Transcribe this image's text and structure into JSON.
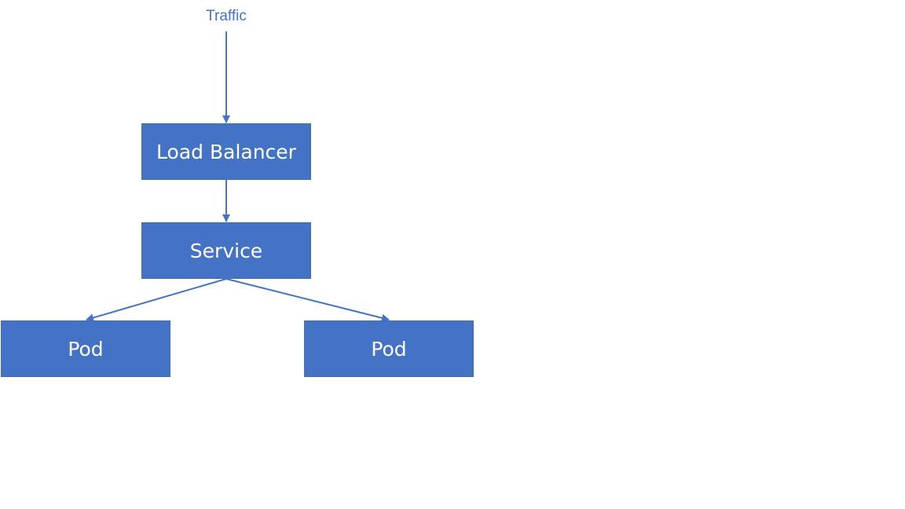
{
  "colors": {
    "node_fill": "#4472c4",
    "node_text": "#ffffff",
    "edge": "#4472c4",
    "traffic_text": "#4472c4"
  },
  "traffic": {
    "label": "Traffic"
  },
  "nodes": {
    "load_balancer": {
      "label": "Load Balancer"
    },
    "service": {
      "label": "Service"
    },
    "pod_left": {
      "label": "Pod"
    },
    "pod_right": {
      "label": "Pod"
    }
  },
  "edges": [
    {
      "from": "traffic",
      "to": "load_balancer"
    },
    {
      "from": "load_balancer",
      "to": "service"
    },
    {
      "from": "service",
      "to": "pod_left"
    },
    {
      "from": "service",
      "to": "pod_right"
    }
  ]
}
